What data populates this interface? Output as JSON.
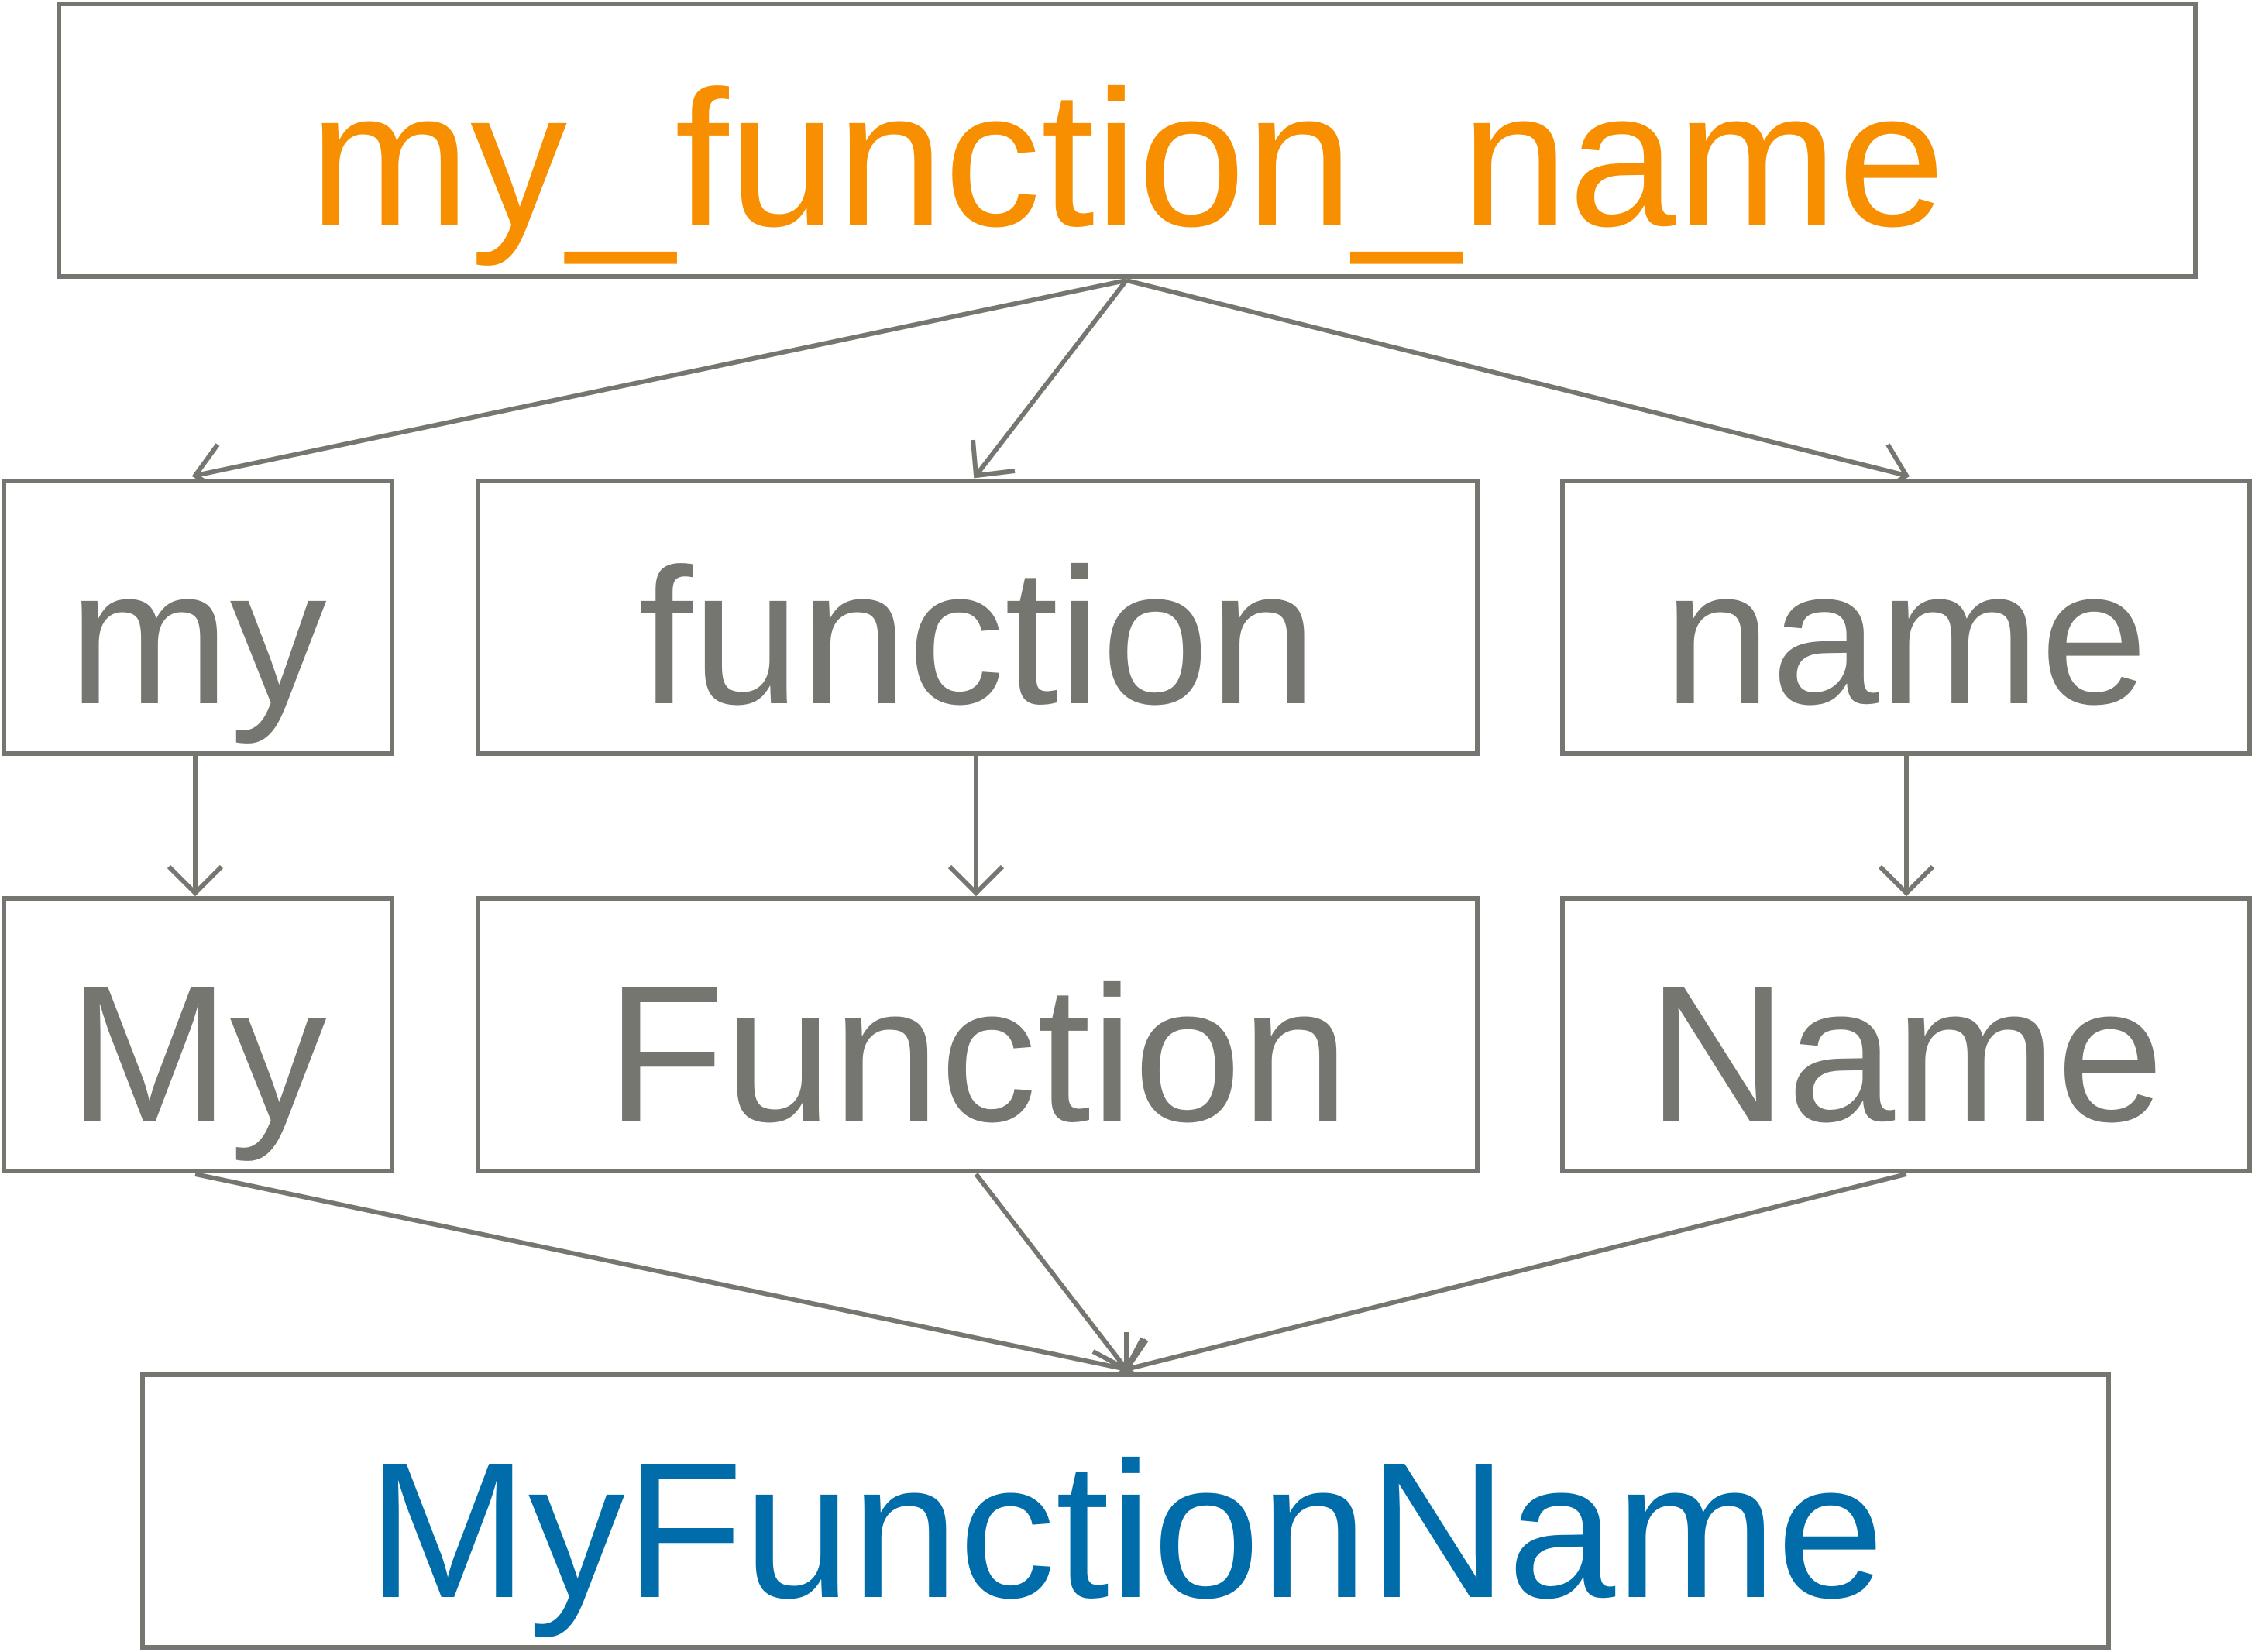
{
  "colors": {
    "stroke": "#767670",
    "input_text": "#f78f00",
    "word_text": "#767670",
    "output_text": "#006ca9"
  },
  "nodes": {
    "input": "my_function_name",
    "split": [
      "my",
      "function",
      "name"
    ],
    "capitalized": [
      "My",
      "Function",
      "Name"
    ],
    "output": "MyFunctionName"
  }
}
